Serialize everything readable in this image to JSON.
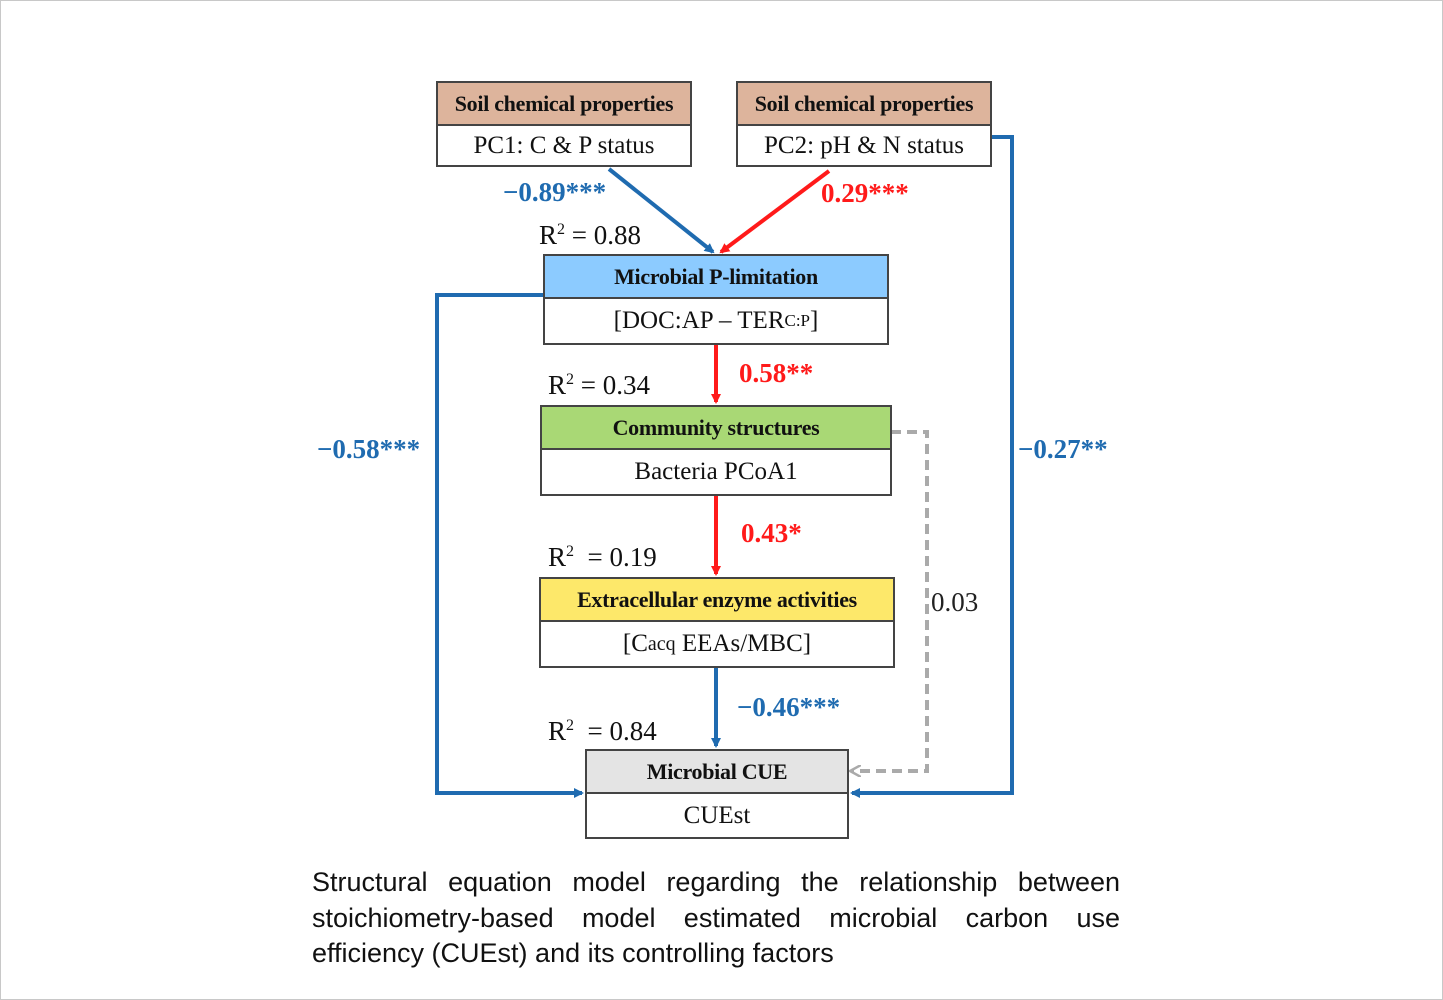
{
  "nodes": {
    "pc1": {
      "header": "Soil chemical properties",
      "body": "PC1: C & P status"
    },
    "pc2": {
      "header": "Soil chemical properties",
      "body": "PC2: pH & N status"
    },
    "plim": {
      "header": "Microbial P-limitation",
      "body_main": "[DOC:AP – TER",
      "body_sub": "C:P",
      "body_end": "]",
      "r2": "= 0.88"
    },
    "community": {
      "header": "Community structures",
      "body": "Bacteria PCoA1",
      "r2": "= 0.34"
    },
    "eea": {
      "header": "Extracellular enzyme activities",
      "body_start": "[C",
      "body_sub": "acq",
      "body_end": " EEAs/MBC]",
      "r2": "= 0.19"
    },
    "cue": {
      "header": "Microbial CUE",
      "body": "CUEst",
      "r2": "= 0.84"
    }
  },
  "r2_prefix": "R",
  "r2_sup": "2",
  "paths": {
    "pc1_plim": "−0.89***",
    "pc2_plim": "0.29***",
    "plim_community": "0.58**",
    "community_eea": "0.43*",
    "eea_cue": "−0.46***",
    "plim_cue": "−0.58***",
    "pc2_cue": "−0.27**",
    "community_cue": "0.03"
  },
  "colors": {
    "negative": "#1f6bb0",
    "positive": "#ff1a1a",
    "nonsignificant": "#aaaaaa",
    "soil": "#ddb49c",
    "plim": "#8ccbff",
    "community": "#a9d875",
    "eea": "#fde86a",
    "cue": "#e4e4e4"
  },
  "caption": "Structural equation model regarding the relationship between stoichiometry-based model estimated microbial carbon use efficiency (CUEst) and its controlling factors"
}
